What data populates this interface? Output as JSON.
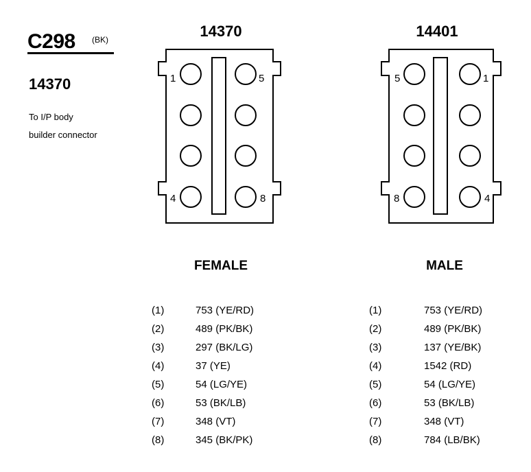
{
  "header": {
    "connector_id": "C298",
    "color_code": "(BK)",
    "part_number": "14370",
    "description_line1": "To I/P body",
    "description_line2": "builder connector"
  },
  "female": {
    "title": "14370",
    "gender_label": "FEMALE",
    "pin_numbers": {
      "top_left": "1",
      "top_right": "5",
      "bottom_left": "4",
      "bottom_right": "8"
    },
    "pins": [
      {
        "num": "(1)",
        "circuit": "753 (YE/RD)"
      },
      {
        "num": "(2)",
        "circuit": "489 (PK/BK)"
      },
      {
        "num": "(3)",
        "circuit": "297 (BK/LG)"
      },
      {
        "num": "(4)",
        "circuit": "37 (YE)"
      },
      {
        "num": "(5)",
        "circuit": "54 (LG/YE)"
      },
      {
        "num": "(6)",
        "circuit": "53 (BK/LB)"
      },
      {
        "num": "(7)",
        "circuit": "348 (VT)"
      },
      {
        "num": "(8)",
        "circuit": "345 (BK/PK)"
      }
    ]
  },
  "male": {
    "title": "14401",
    "gender_label": "MALE",
    "pin_numbers": {
      "top_left": "5",
      "top_right": "1",
      "bottom_left": "8",
      "bottom_right": "4"
    },
    "pins": [
      {
        "num": "(1)",
        "circuit": "753 (YE/RD)"
      },
      {
        "num": "(2)",
        "circuit": "489 (PK/BK)"
      },
      {
        "num": "(3)",
        "circuit": "137 (YE/BK)"
      },
      {
        "num": "(4)",
        "circuit": "1542 (RD)"
      },
      {
        "num": "(5)",
        "circuit": "54 (LG/YE)"
      },
      {
        "num": "(6)",
        "circuit": "53 (BK/LB)"
      },
      {
        "num": "(7)",
        "circuit": "348 (VT)"
      },
      {
        "num": "(8)",
        "circuit": "784 (LB/BK)"
      }
    ]
  }
}
